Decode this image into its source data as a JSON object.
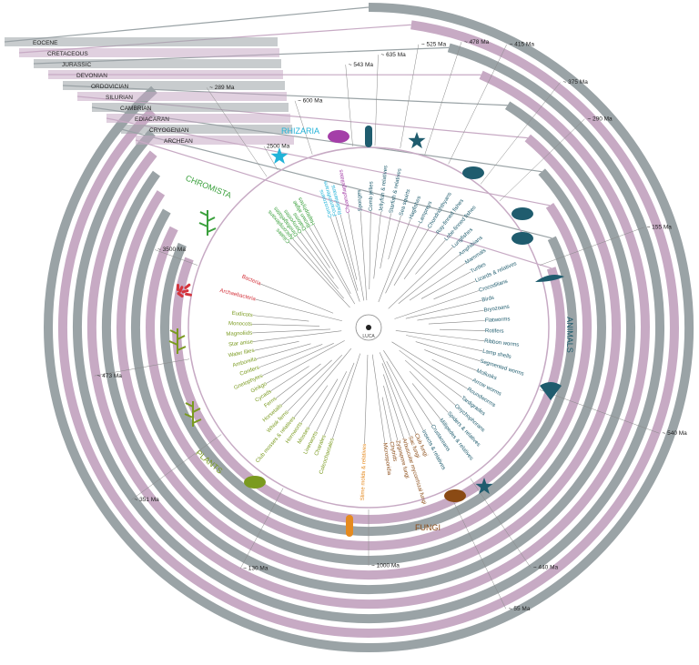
{
  "periods": [
    "EOCENE",
    "CRETACEOUS",
    "JURASSIC",
    "DEVONIAN",
    "ORDOVICIAN",
    "SILURIAN",
    "CAMBRIAN",
    "EDIACARAN",
    "CRYOGENIAN",
    "ARCHEAN"
  ],
  "colors": {
    "grey": "#9aa3a6",
    "purple": "#c7aac4",
    "animals": "#1f5c6e",
    "plants": "#7a9a1f",
    "fungi": "#8a4a14",
    "chromista": "#3aa03c",
    "rhizaria": "#22b3d8",
    "choano": "#a43ea8",
    "bacteria": "#d4343d",
    "slime": "#e58a1f",
    "spine": "#888888"
  },
  "groups": {
    "chromista": "CHROMISTA",
    "rhizaria": "RHIZARIA",
    "animals": "ANIMALS",
    "fungi": "FUNGI",
    "plants": "PLANTS"
  },
  "ages": [
    {
      "label": "2500 Ma"
    },
    {
      "label": "~ 600 Ma"
    },
    {
      "label": "~ 543 Ma"
    },
    {
      "label": "~ 635 Ma"
    },
    {
      "label": "~ 525 Ma"
    },
    {
      "label": "~ 478 Ma"
    },
    {
      "label": "~ 415 Ma"
    },
    {
      "label": "~ 375 Ma"
    },
    {
      "label": "~ 290 Ma"
    },
    {
      "label": "~ 155 Ma"
    },
    {
      "label": "~ 540 Ma"
    },
    {
      "label": "~ 440 Ma"
    },
    {
      "label": "~ 55 Ma"
    },
    {
      "label": "~ 1000 Ma"
    },
    {
      "label": "~ 130 Ma"
    },
    {
      "label": "~ 351 Ma"
    },
    {
      "label": "~ 473 Ma"
    },
    {
      "label": "~ 3500 Ma"
    },
    {
      "label": "~ 289 Ma"
    }
  ],
  "taxa": {
    "chromista": [
      "Ciliates",
      "Apicomplexans",
      "Dinoflagellates",
      "Oomycetes",
      "Diatoms",
      "Brown algae",
      "Haptophytes"
    ],
    "rhizaria": [
      "Cercozoans",
      "Foraminiferans",
      "Radiolarians"
    ],
    "choano": [
      "Choanoflagellates"
    ],
    "animals": [
      "Sponges",
      "Comb jellies",
      "Jellyfish & relatives",
      "Starfish & relatives",
      "Sea squirts",
      "Hagfishes",
      "Lampreys",
      "Chondrichthyans",
      "Ray-finned fishes",
      "Lobe-finned fishes",
      "Lungfishes",
      "Amphibians",
      "Mammals",
      "Turtles",
      "Lizards & relatives",
      "Crocodilians",
      "Birds",
      "Bryozoans",
      "Flatworms",
      "Rotifers",
      "Ribbon worms",
      "Lamp shells",
      "Segmented worms",
      "Mollusks",
      "Arrow worms",
      "Roundworms",
      "Tardigrades",
      "Onychophorans",
      "Spiders & relatives",
      "Millipedes & relatives",
      "Crustaceans",
      "Insects & relatives"
    ],
    "fungi": [
      "Club fungi",
      "Sac fungi",
      "Arbuscular mycorrhizal fungi",
      "Zygospore fungi",
      "Chytrids",
      "Microsporidia"
    ],
    "slime": [
      "Slime molds & relatives"
    ],
    "plants": [
      "Coleochaetales",
      "Charales",
      "Liverworts",
      "Mosses",
      "Hornworts",
      "Club mosses & relatives",
      "Whisk ferns",
      "Horsetails",
      "Ferns",
      "Cycads",
      "Ginkgo",
      "Gnetophytes",
      "Conifers",
      "Amborella",
      "Water lilies",
      "Star anise",
      "Magnoliids",
      "Monocots",
      "Eudicots"
    ],
    "bacteria": [
      "Archaebacteria",
      "Bacteria"
    ]
  },
  "center_label": "LUCA"
}
